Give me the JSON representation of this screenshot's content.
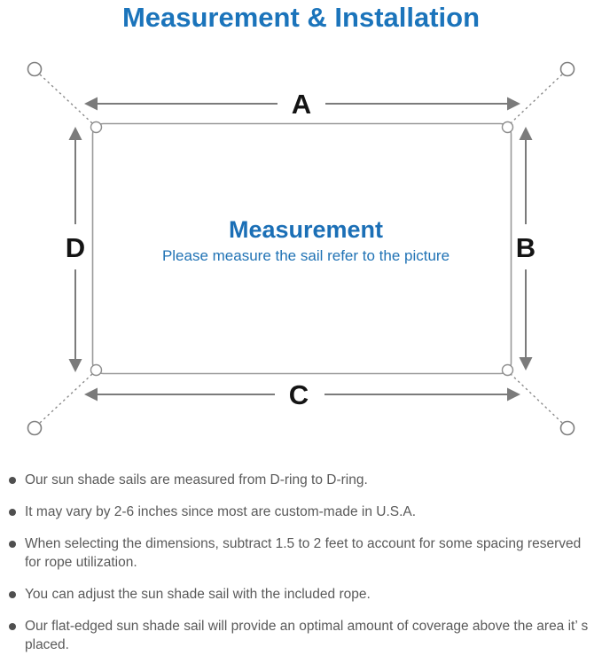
{
  "title": "Measurement & Installation",
  "diagram": {
    "edge_labels": {
      "top": "A",
      "right": "B",
      "bottom": "C",
      "left": "D"
    },
    "center_title": "Measurement",
    "center_subtitle": "Please measure the sail refer to the picture"
  },
  "notes": {
    "items": [
      {
        "text": "Our sun shade sails are measured from D-ring to D-ring."
      },
      {
        "text": "It may vary by 2-6 inches since most are custom-made in U.S.A."
      },
      {
        "text": "When selecting the dimensions, subtract 1.5 to 2 feet to account for some spacing reserved for rope utilization."
      },
      {
        "text": "You can adjust the sun shade sail with the included rope."
      },
      {
        "text": "Our flat-edged sun shade sail will provide an optimal amount of coverage above the area it’ s placed."
      }
    ]
  },
  "colors": {
    "accent_blue": "#1b74bb",
    "line_gray": "#7b7b7b",
    "text_gray": "#5a5a5a"
  }
}
